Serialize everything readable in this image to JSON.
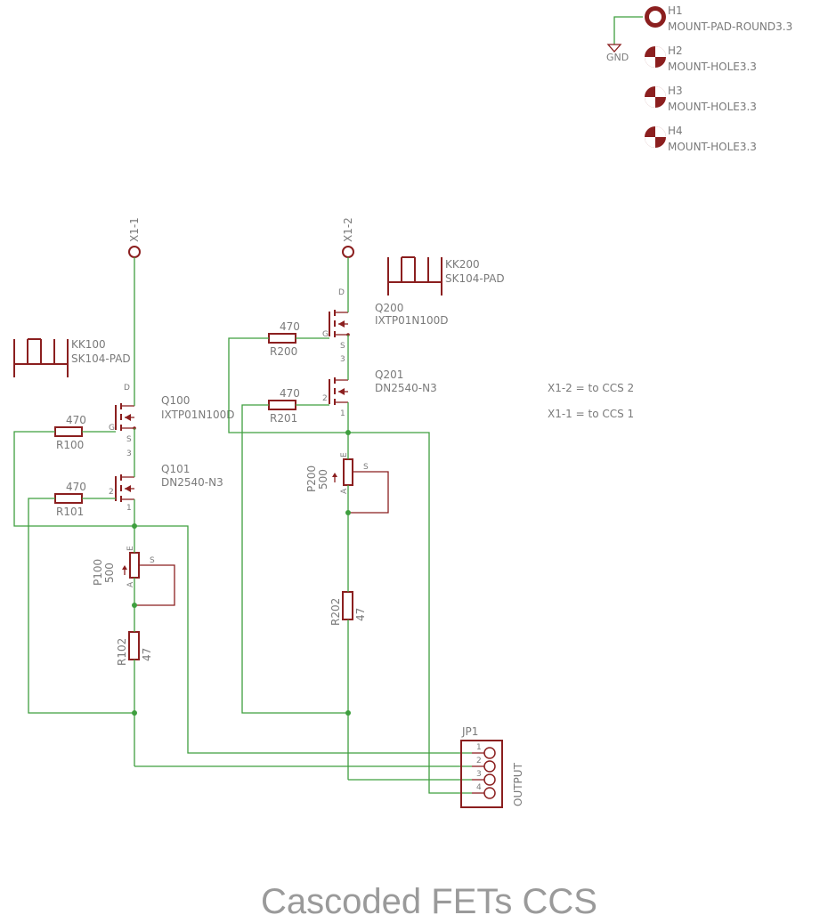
{
  "title": "Cascoded FETs CCS",
  "notes": {
    "line1": "X1-2 = to CCS 2",
    "line2": "X1-1 = to CCS 1"
  },
  "mount": {
    "h1_ref": "H1",
    "h1_val": "MOUNT-PAD-ROUND3.3",
    "h2_ref": "H2",
    "h2_val": "MOUNT-HOLE3.3",
    "h3_ref": "H3",
    "h3_val": "MOUNT-HOLE3.3",
    "h4_ref": "H4",
    "h4_val": "MOUNT-HOLE3.3",
    "gnd": "GND"
  },
  "terminals": {
    "x11": "X1-1",
    "x12": "X1-2"
  },
  "heatsinks": {
    "kk100_ref": "KK100",
    "kk100_val": "SK104-PAD",
    "kk200_ref": "KK200",
    "kk200_val": "SK104-PAD"
  },
  "fets": {
    "q100_ref": "Q100",
    "q100_val": "IXTP01N100D",
    "q101_ref": "Q101",
    "q101_val": "DN2540-N3",
    "q200_ref": "Q200",
    "q200_val": "IXTP01N100D",
    "q201_ref": "Q201",
    "q201_val": "DN2540-N3",
    "pin_d": "D",
    "pin_s": "S",
    "pin_g": "G",
    "pin_3": "3",
    "pin_2": "2",
    "pin_1": "1"
  },
  "resistors": {
    "r100_ref": "R100",
    "r100_val": "470",
    "r101_ref": "R101",
    "r101_val": "470",
    "r102_ref": "R102",
    "r102_val": "47",
    "r200_ref": "R200",
    "r200_val": "470",
    "r201_ref": "R201",
    "r201_val": "470",
    "r202_ref": "R202",
    "r202_val": "47"
  },
  "pots": {
    "p100_ref": "P100",
    "p100_val": "500",
    "p200_ref": "P200",
    "p200_val": "500",
    "pin_e": "E",
    "pin_a": "A",
    "pin_s": "S"
  },
  "connector": {
    "ref": "JP1",
    "name": "OUTPUT",
    "pins": [
      "1",
      "2",
      "3",
      "4"
    ]
  },
  "colors": {
    "wire": "#3f9f3f",
    "part": "#8b1f1f",
    "text": "#7a7a7a"
  }
}
